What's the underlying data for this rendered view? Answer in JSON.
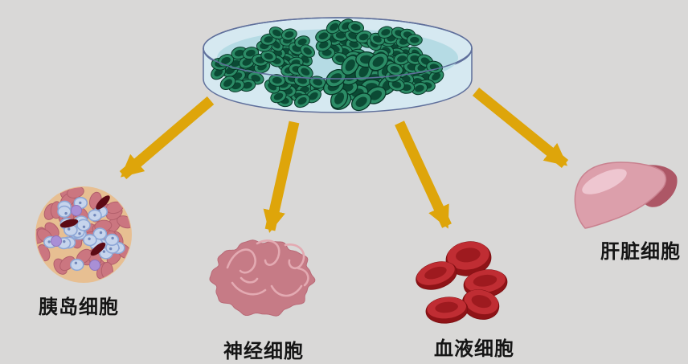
{
  "diagram": {
    "background_color": "#d9d8d7",
    "label_color": "#151515",
    "arrow": {
      "icon": "arrow-icon",
      "color": "#dea50a",
      "count": 4
    },
    "source": {
      "icon": "petri-dish-icon",
      "wall_color": "#d6e9f1",
      "liquid_color": "#b5dbe4",
      "rim_color": "#5f6f9b",
      "colony_count": 7,
      "colony_color": "#0b4a34",
      "colony_ring_color": "#2c8c66",
      "colony_outline_color": "#063626"
    },
    "targets": [
      {
        "id": "islet",
        "label": "胰岛细胞",
        "icon": "islet-cells-icon",
        "colors": {
          "bg": "#e7bf92",
          "pink": "#cb7680",
          "pink_edge": "#b25f6b",
          "blue": "#c6d4ec",
          "blue_edge": "#8ea7d6",
          "blue_dot": "#7288bb",
          "purple": "#a98fd6",
          "purple_edge": "#8f74bd",
          "maroon": "#5c0a15"
        }
      },
      {
        "id": "nerve",
        "label": "神经细胞",
        "icon": "nerve-cells-icon",
        "colors": {
          "fill": "#c67b86",
          "edge": "#b96a77",
          "fold": "#e3aab2"
        }
      },
      {
        "id": "blood",
        "label": "血液细胞",
        "icon": "blood-cells-icon",
        "colors": {
          "body": "#8f1317",
          "body_edge": "#7e0f12",
          "face": "#c02d33",
          "dimple": "#9e1a1f"
        }
      },
      {
        "id": "liver",
        "label": "肝脏细胞",
        "icon": "liver-cells-icon",
        "colors": {
          "main": "#dc9fab",
          "dark": "#ad5766",
          "shine": "#f0cad4",
          "edge": "#c9818f"
        }
      }
    ]
  }
}
